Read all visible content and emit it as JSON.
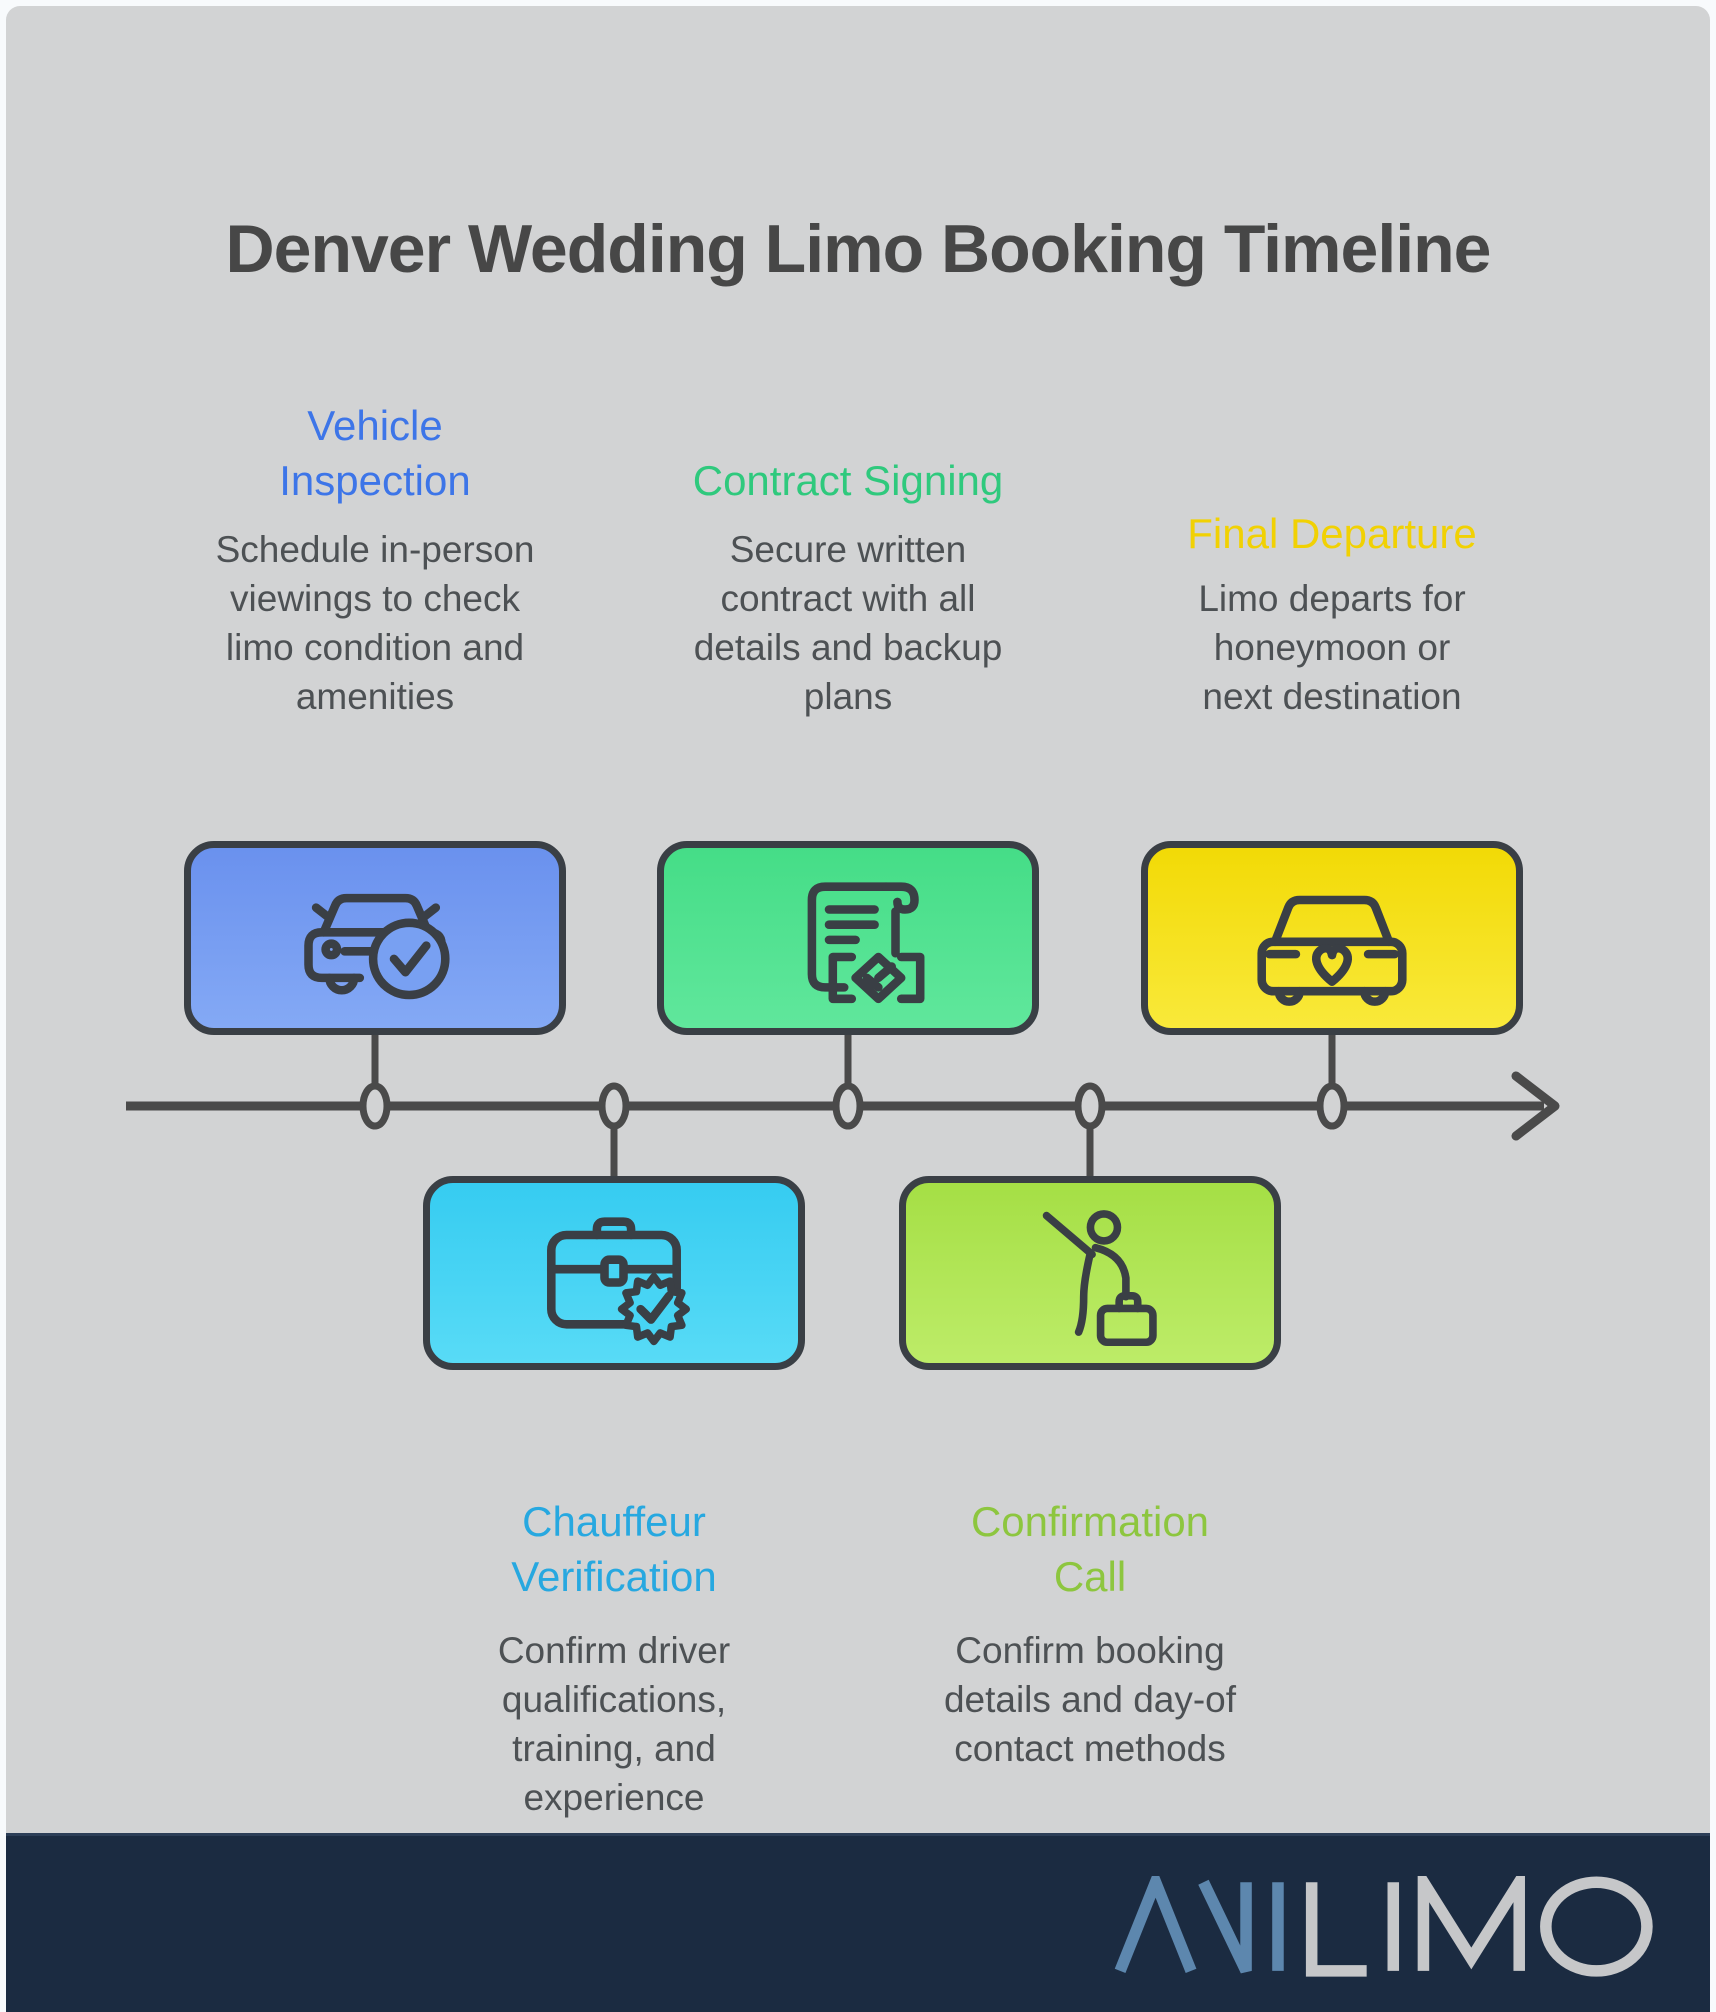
{
  "title": "Denver Wedding Limo Booking Timeline",
  "colors": {
    "frame": "#f8fafc",
    "background": "#d2d3d4",
    "outline": "#3a3f45",
    "timeline": "#4a4a4a",
    "title_text": "#474747",
    "description_text": "#4d5154",
    "footer_background": "#1b2b41"
  },
  "steps": [
    {
      "label": "Vehicle\nInspection",
      "description": "Schedule in-person\nviewings to check\nlimo condition and\namenities",
      "accent": "#3d75e8",
      "box_gradient": "linear-gradient(180deg,#6a91ee,#84a9f5)",
      "icon_bg": "#78a0f2",
      "icon": "car-check-icon",
      "position": "top"
    },
    {
      "label": "Contract Signing",
      "description": "Secure written\ncontract with all\ndetails and backup\nplans",
      "accent": "#2fc97d",
      "box_gradient": "linear-gradient(180deg,#45dd87,#60e79c)",
      "icon_bg": "#52e292",
      "icon": "contract-handshake-icon",
      "position": "top"
    },
    {
      "label": "Final Departure",
      "description": "Limo departs for\nhoneymoon or\nnext destination",
      "accent": "#f1d103",
      "box_gradient": "linear-gradient(180deg,#f2da06,#f9e93a)",
      "icon_bg": "#f6e220",
      "icon": "wedding-car-icon",
      "position": "top"
    },
    {
      "label": "Chauffeur\nVerification",
      "description": "Confirm driver\nqualifications,\ntraining, and\nexperience",
      "accent": "#27a8e0",
      "box_gradient": "linear-gradient(180deg,#36ccf1,#58dbf6)",
      "icon_bg": "#47d4f4",
      "icon": "briefcase-check-icon",
      "position": "bottom"
    },
    {
      "label": "Confirmation\nCall",
      "description": "Confirm booking\ndetails and day-of\ncontact methods",
      "accent": "#8dc63f",
      "box_gradient": "linear-gradient(180deg,#a5df45,#bdec68)",
      "icon_bg": "#b1e557",
      "icon": "waving-person-icon",
      "position": "bottom"
    }
  ],
  "brand": {
    "full_name": "ANILIMO",
    "name_blue": "ANI",
    "name_gray": "LIMO",
    "blue": "#5d87ae",
    "gray": "#c6c7c9"
  }
}
